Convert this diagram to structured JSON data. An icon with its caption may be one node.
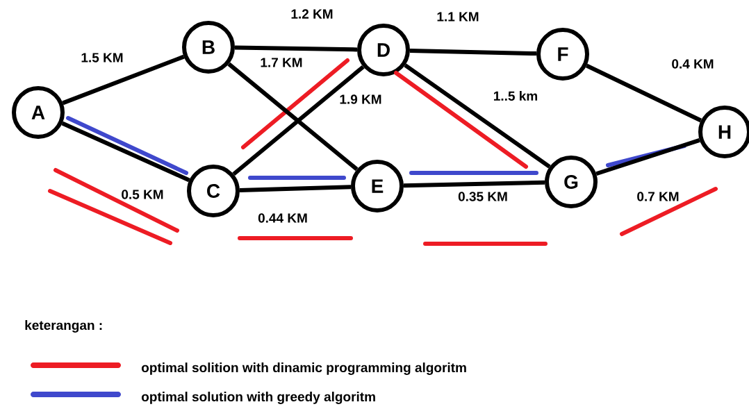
{
  "diagram": {
    "nodes": [
      {
        "text": [
          "A"
        ]
      },
      {
        "text": [
          "B"
        ]
      },
      {
        "text": [
          "C"
        ]
      },
      {
        "text": [
          "D"
        ]
      },
      {
        "text": [
          "E"
        ]
      },
      {
        "text": [
          "F"
        ]
      },
      {
        "text": [
          "G"
        ]
      },
      {
        "text": [
          "H"
        ]
      }
    ],
    "edges": [
      {
        "from": 0,
        "to": 1,
        "arrow": "none",
        "label": "1.5 KM"
      },
      {
        "from": 0,
        "to": 2,
        "arrow": "none",
        "label": "0.5 KM"
      },
      {
        "from": 1,
        "to": 3,
        "arrow": "none",
        "label": "1.2 KM"
      },
      {
        "from": 1,
        "to": 4,
        "arrow": "none",
        "label": "1.7 KM"
      },
      {
        "from": 2,
        "to": 3,
        "arrow": "none",
        "label": "1.9 KM"
      },
      {
        "from": 2,
        "to": 4,
        "arrow": "none",
        "label": "0.44 KM"
      },
      {
        "from": 3,
        "to": 5,
        "arrow": "none",
        "label": "1.1 KM"
      },
      {
        "from": 3,
        "to": 6,
        "arrow": "none",
        "label": "1..5 km"
      },
      {
        "from": 4,
        "to": 6,
        "arrow": "none",
        "label": "0.35 KM"
      },
      {
        "from": 5,
        "to": 7,
        "arrow": "none",
        "label": "0.4 KM"
      },
      {
        "from": 6,
        "to": 7,
        "arrow": "none",
        "label": "0.7 KM"
      }
    ],
    "labels": [
      "keterangan :"
    ],
    "legend": [
      {
        "text": "optimal solition with dinamic programming algoritm",
        "color": "#ed1c24"
      },
      {
        "text": "optimal solution with greedy algoritm",
        "color": "#3f48cc"
      }
    ]
  }
}
